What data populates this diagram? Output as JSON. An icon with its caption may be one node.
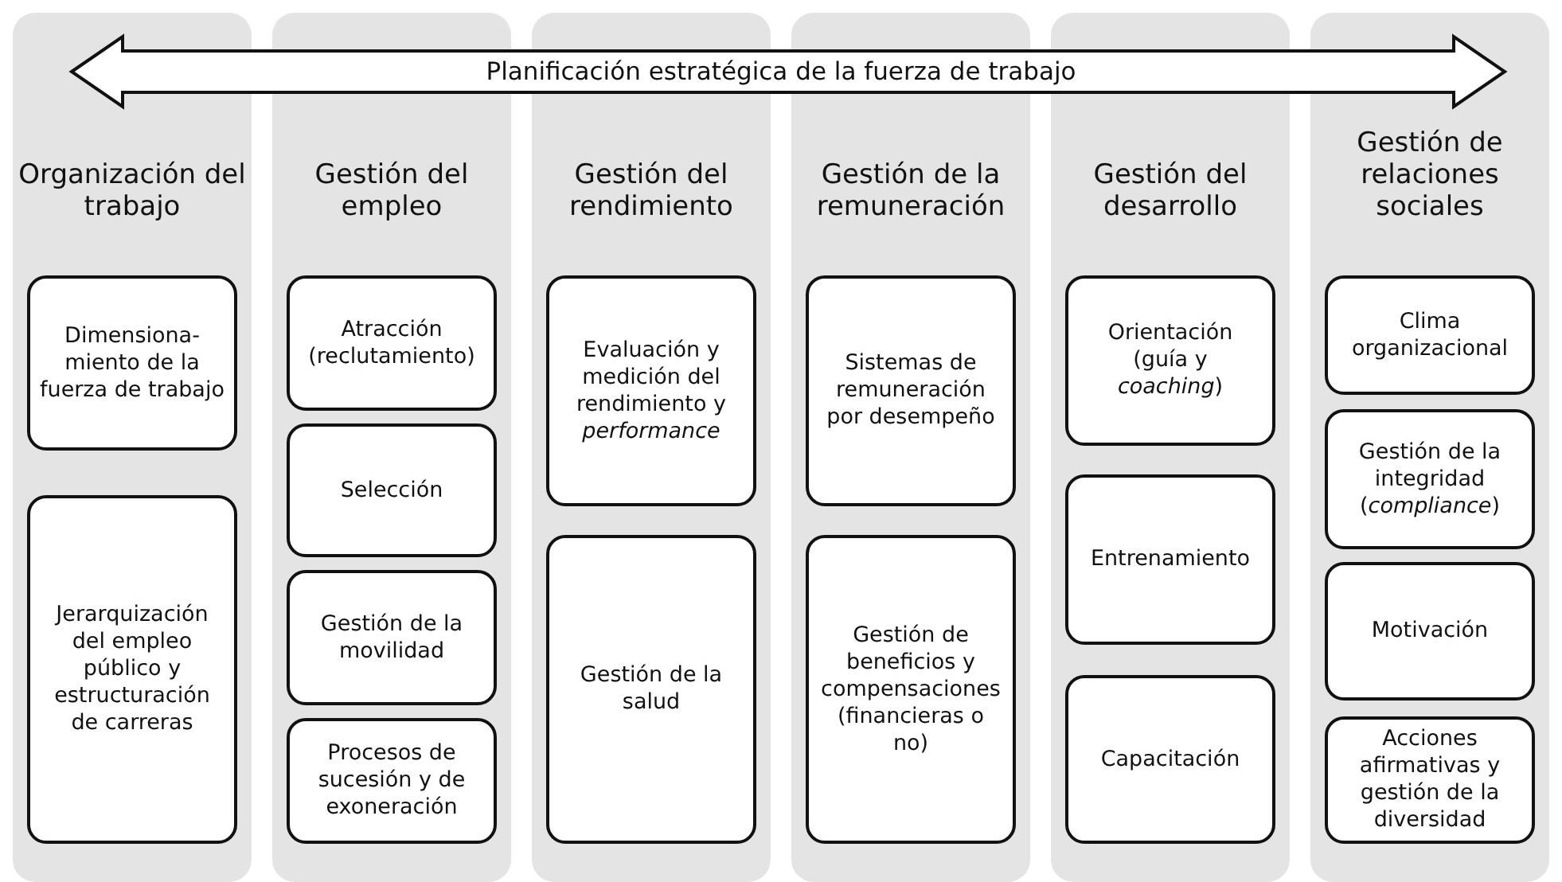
{
  "diagram": {
    "nodes": [
      {
        "text": [
          "Organización del trabajo"
        ]
      },
      {
        "text": [
          "Dimensiona-miento de la fuerza de trabajo"
        ],
        "in": 0
      },
      {
        "text": [
          "Jerarquización del empleo público y estructuración de carreras"
        ],
        "in": 0
      },
      {
        "text": [
          "Gestión del empleo"
        ]
      },
      {
        "text": [
          "Atracción (reclutamiento)"
        ],
        "in": 3
      },
      {
        "text": [
          "Selección"
        ],
        "in": 3
      },
      {
        "text": [
          "Gestión de la movilidad"
        ],
        "in": 3
      },
      {
        "text": [
          "Procesos de sucesión y de exoneración"
        ],
        "in": 3
      },
      {
        "text": [
          "Gestión del rendimiento"
        ]
      },
      {
        "text": [
          "Evaluación y medición del rendimiento y *performance*"
        ],
        "in": 8
      },
      {
        "text": [
          "Gestión de la salud"
        ],
        "in": 8
      },
      {
        "text": [
          "Gestión de la remuneración"
        ]
      },
      {
        "text": [
          "Sistemas de remuneración por desempeño"
        ],
        "in": 11
      },
      {
        "text": [
          "Gestión de beneficios y compensaciones (financieras o no)"
        ],
        "in": 11
      },
      {
        "text": [
          "Gestión del desarrollo"
        ]
      },
      {
        "text": [
          "Orientación (guía y *coaching*)"
        ],
        "in": 14
      },
      {
        "text": [
          "Entrenamiento"
        ],
        "in": 14
      },
      {
        "text": [
          "Capacitación"
        ],
        "in": 14
      },
      {
        "text": [
          "Gestión de relaciones sociales"
        ]
      },
      {
        "text": [
          "Clima organizacional"
        ],
        "in": 18
      },
      {
        "text": [
          "Gestión de la integridad (*compliance*)"
        ],
        "in": 18
      },
      {
        "text": [
          "Motivación"
        ],
        "in": 18
      },
      {
        "text": [
          "Acciones afirmativas y gestión de la diversidad"
        ],
        "in": 18
      }
    ],
    "labels": [
      "Planificación estratégica de la fuerza de trabajo"
    ]
  }
}
